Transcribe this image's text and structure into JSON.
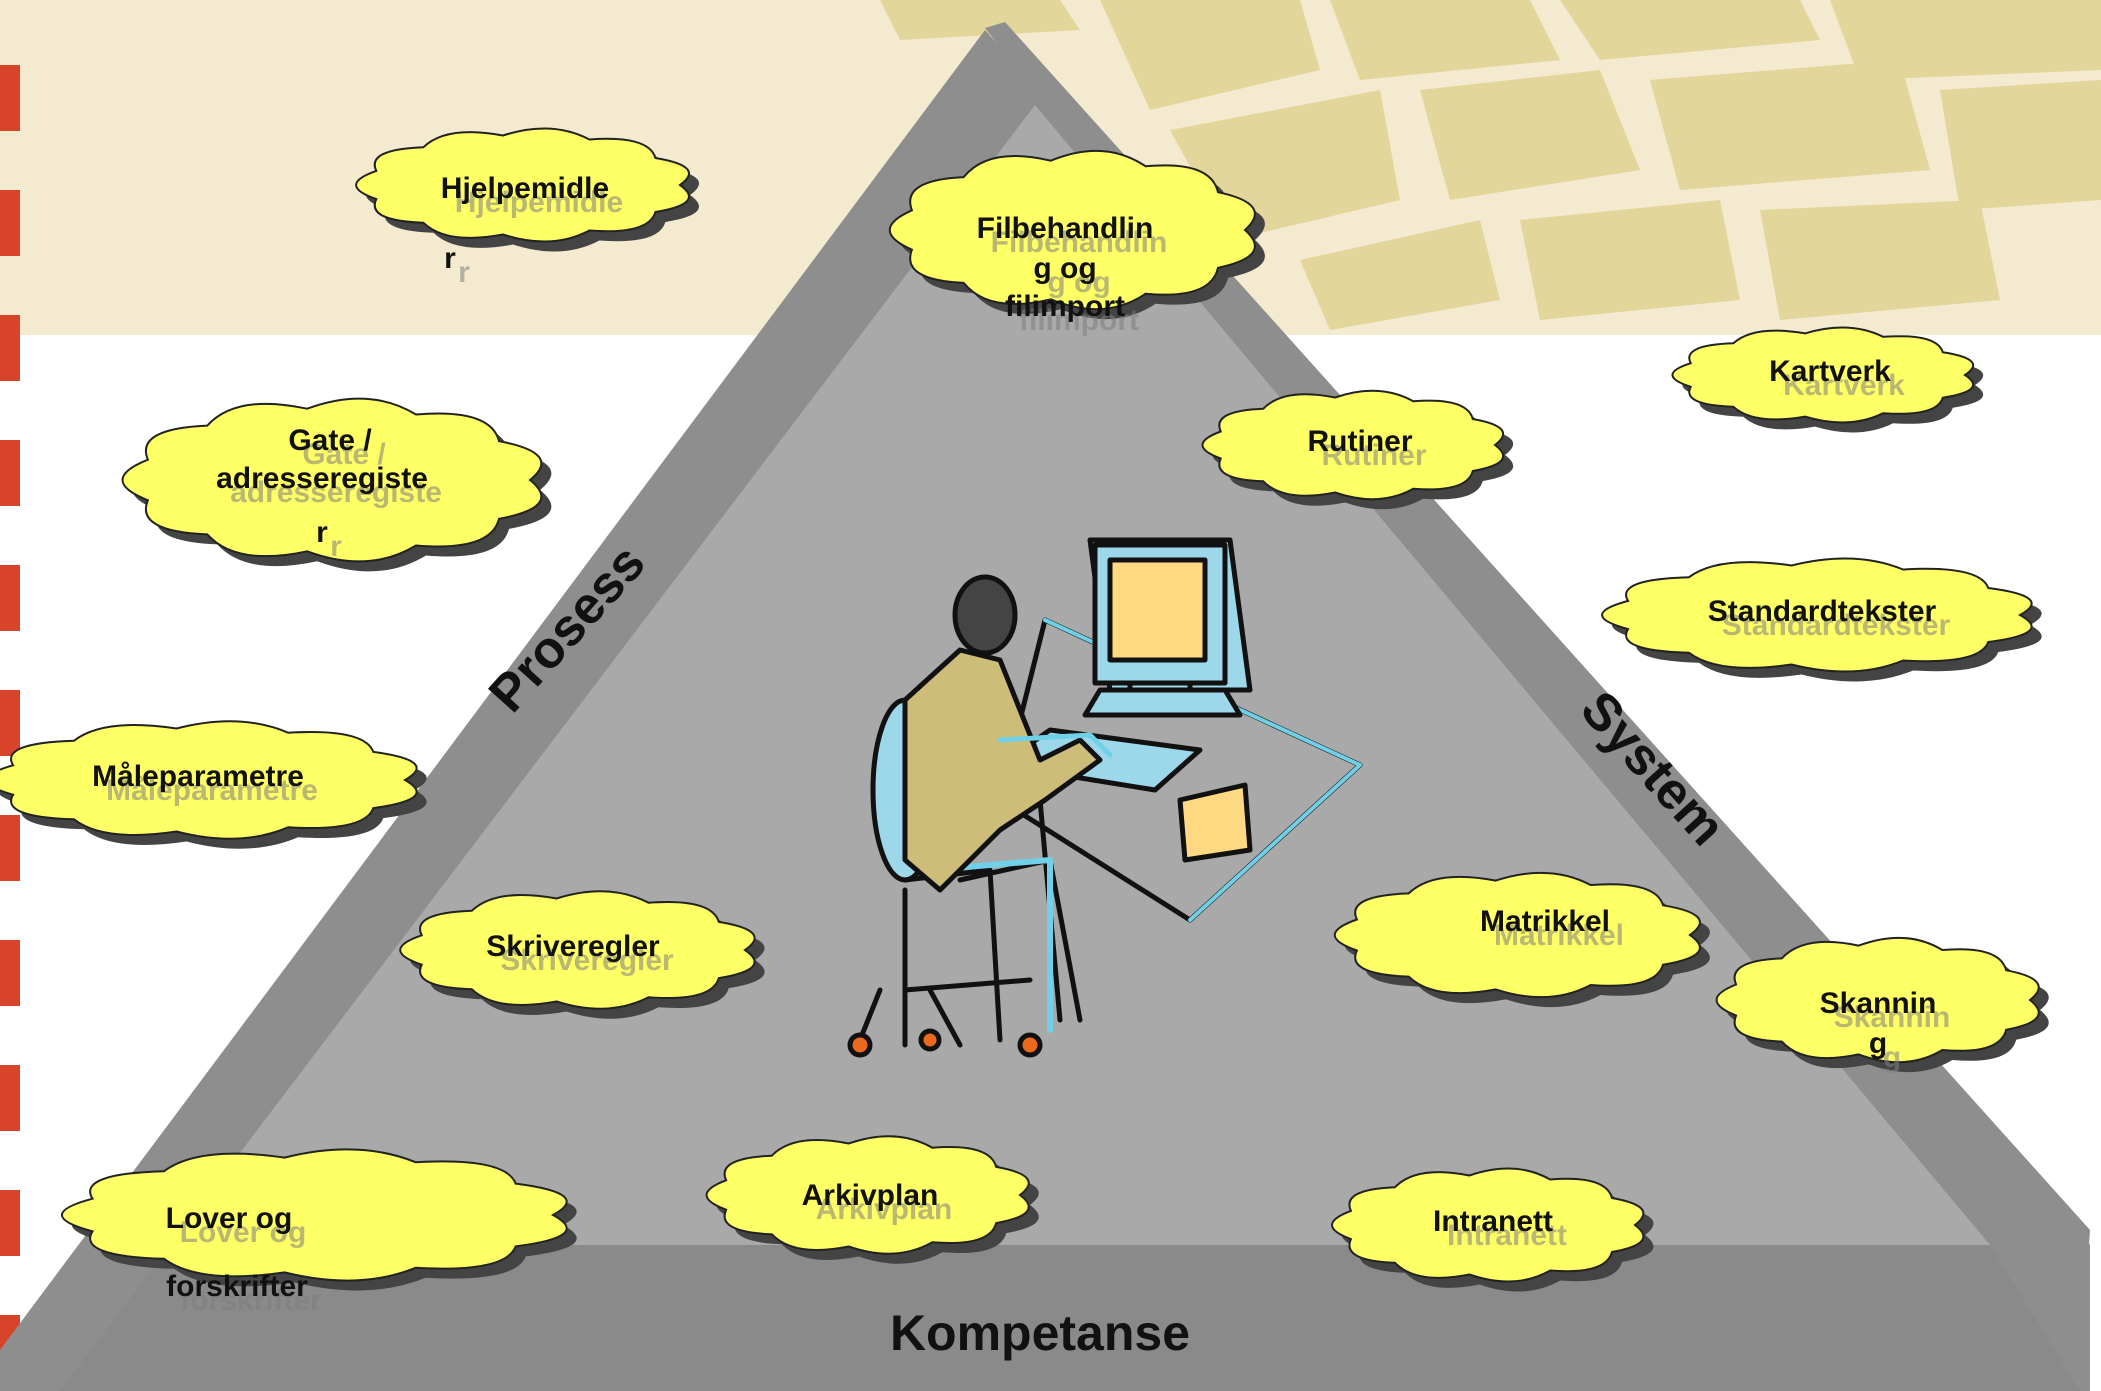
{
  "colors": {
    "band_top": "#f3ead0",
    "map_tiles": "#e2d69a",
    "map_roads": "#f3ead0",
    "dash_marker": "#d8442a",
    "pyramid_face": "#a9a9a9",
    "pyramid_edge": "#8e8e8e",
    "pyramid_base": "#8a8a8a",
    "cloud_fill": "#ffff66",
    "cloud_shadow": "#444444"
  },
  "diagram": {
    "sides": {
      "left": "Prosess",
      "right": "System",
      "base": "Kompetanse"
    },
    "center_icon": "person-at-computer-icon",
    "clouds": {
      "hjelpemidler": {
        "label": [
          "Hjelpemidle",
          "r"
        ]
      },
      "filbehandling": {
        "label": [
          "Filbehandlin",
          "g og",
          "filimport"
        ]
      },
      "kartverk": {
        "label": [
          "Kartverk"
        ]
      },
      "rutiner": {
        "label": [
          "Rutiner"
        ]
      },
      "gate": {
        "label": [
          "Gate /",
          "adresseregiste",
          "r"
        ]
      },
      "standardtekster": {
        "label": [
          "Standardtekster"
        ]
      },
      "maleparametre": {
        "label": [
          "Måleparametre"
        ]
      },
      "skriveregler": {
        "label": [
          "Skriveregler"
        ]
      },
      "matrikkel": {
        "label": [
          "Matrikkel"
        ]
      },
      "skanning": {
        "label": [
          "Skannin",
          "g"
        ]
      },
      "arkivplan": {
        "label": [
          "Arkivplan"
        ]
      },
      "lover": {
        "label": [
          "Lover og",
          "forskrifter"
        ]
      },
      "intranett": {
        "label": [
          "Intranett"
        ]
      }
    }
  }
}
